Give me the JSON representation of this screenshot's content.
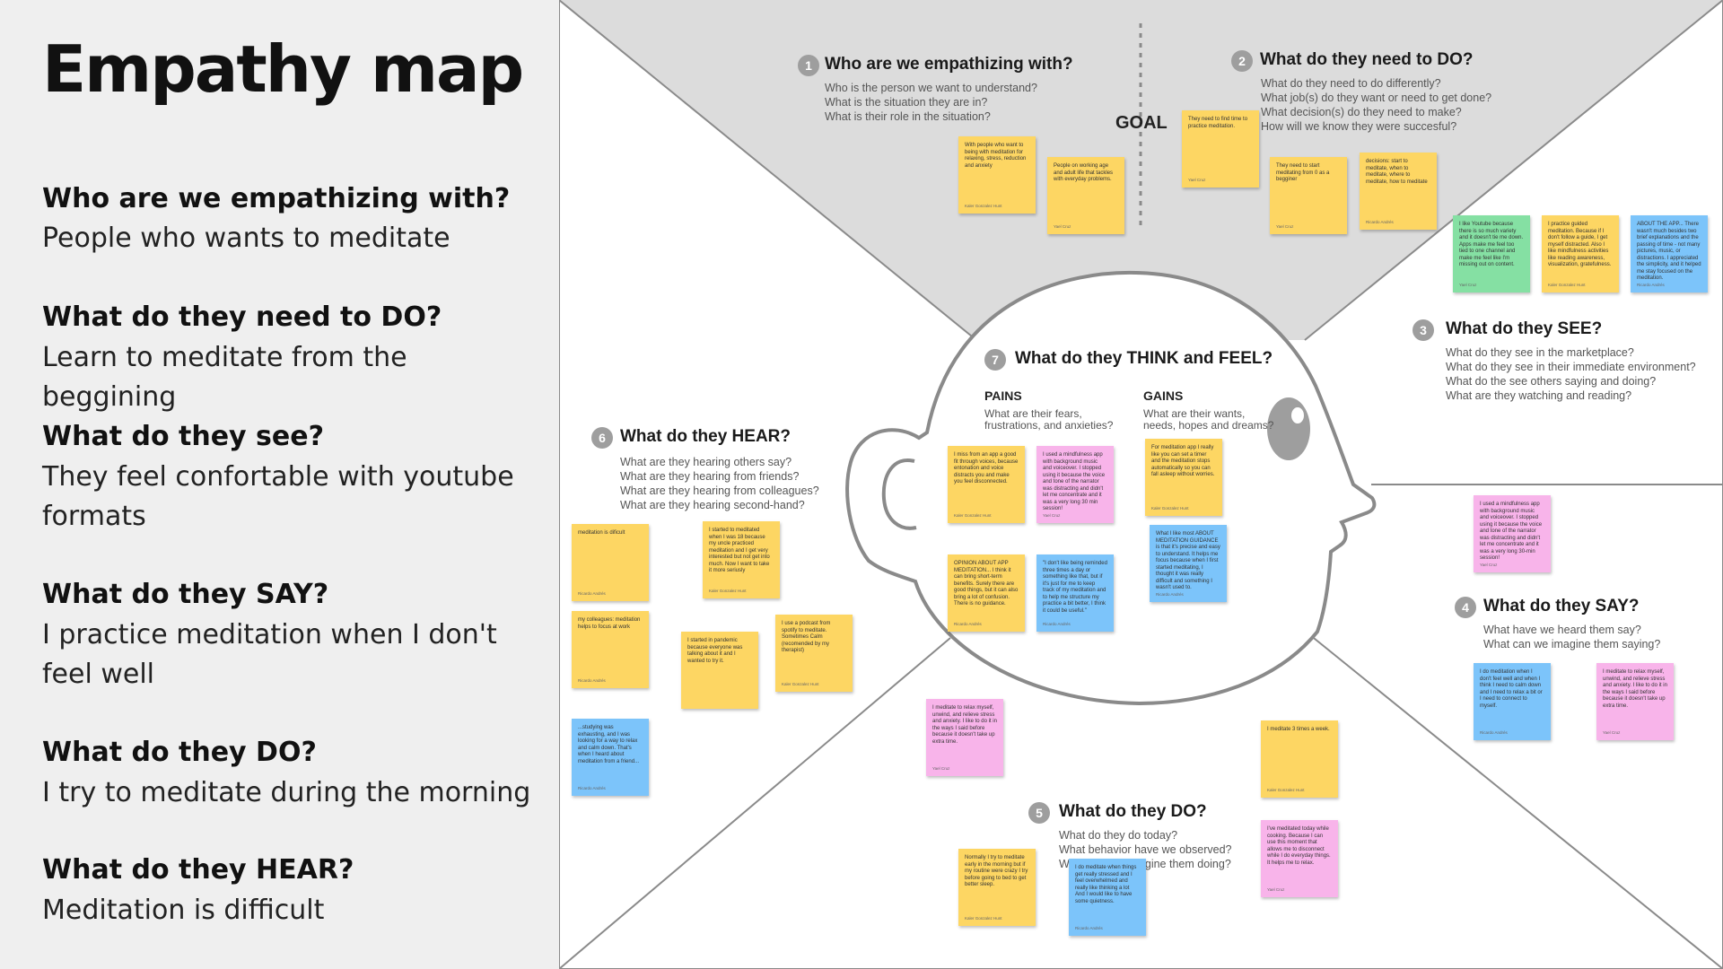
{
  "summary": {
    "title": "Empathy map",
    "items": [
      {
        "q": "Who are we empathizing with?",
        "a": "People who wants to meditate"
      },
      {
        "q": "What do they need to DO?",
        "a": "Learn to meditate from the beggining"
      },
      {
        "q": "What do they see?",
        "a": "They feel confortable with youtube formats"
      },
      {
        "q": "What do they SAY?",
        "a": "I practice meditation when I don't feel well"
      },
      {
        "q": "What do they DO?",
        "a": "I try to meditate during the morning"
      },
      {
        "q": "What do they HEAR?",
        "a": "Meditation is difficult"
      }
    ]
  },
  "map": {
    "goal": "GOAL",
    "s1": {
      "num": "1",
      "title": "Who are we empathizing with?",
      "qs": [
        "Who is the person we want to understand?",
        "What is the situation they are in?",
        "What is their role in the situation?"
      ]
    },
    "s2": {
      "num": "2",
      "title": "What do they need to DO?",
      "qs": [
        "What do they need to do differently?",
        "What job(s) do they want or need to get done?",
        "What decision(s) do they need to make?",
        "How will we know they were succesful?"
      ]
    },
    "s3": {
      "num": "3",
      "title": "What do they SEE?",
      "qs": [
        "What do they see in the marketplace?",
        "What do they see in their immediate environment?",
        "What do the see others saying and doing?",
        "What are they watching and reading?"
      ]
    },
    "s4": {
      "num": "4",
      "title": "What do they SAY?",
      "qs": [
        "What have we heard them say?",
        "What can we imagine them saying?"
      ]
    },
    "s5": {
      "num": "5",
      "title": "What do they DO?",
      "qs": [
        "What do they do today?",
        "What behavior have we observed?",
        "What can we imagine them doing?"
      ]
    },
    "s6": {
      "num": "6",
      "title": "What do they HEAR?",
      "qs": [
        "What are they hearing others say?",
        "What are they hearing from friends?",
        "What are they hearing from colleagues?",
        "What are they hearing second-hand?"
      ]
    },
    "s7": {
      "num": "7",
      "title": "What do they THINK and FEEL?"
    },
    "pains": {
      "label": "PAINS",
      "sub": [
        "What are their fears,",
        "frustrations, and anxieties?"
      ]
    },
    "gains": {
      "label": "GAINS",
      "sub": [
        "What are their wants,",
        "needs, hopes and dreams?"
      ]
    }
  },
  "notes": [
    {
      "text": "With people who want to being with meditation for relaxing, stress, reduction and anxiety",
      "author": "Kaler Gonzalez Hunt",
      "color": "#fdd663"
    },
    {
      "text": "People on working age and adult life that tackles with everyday problems.",
      "author": "Yael Cruz",
      "color": "#fdd663"
    },
    {
      "text": "They need to find time to practice meditation.",
      "author": "Yael Cruz",
      "color": "#fdd663"
    },
    {
      "text": "They need to start meditating from 0 as a begginer",
      "author": "Yael Cruz",
      "color": "#fdd663"
    },
    {
      "text": "decisions: start to meditate, when to meditate, where to meditate, how to meditate",
      "author": "Ricardo Andrés",
      "color": "#fdd663"
    },
    {
      "text": "I like Youtube because there is so much variety and it doesn't tie me down. Apps make me feel too tied to one channel and make me feel like I'm missing out on content.",
      "author": "Yael Cruz",
      "color": "#85e0a3"
    },
    {
      "text": "I practice guided meditation. Because if I don't follow a guide, I get myself distracted. Also I like mindfulness activities like reading awareness, visualization, gratefulness.",
      "author": "Kaler Gonzalez Hunt",
      "color": "#fdd663"
    },
    {
      "text": "ABOUT THE APP... There wasn't much besides two brief explanations and the passing of time - not many pictures, music, or distractions. I appreciated the simplicity, and it helped me stay focused on the meditation.",
      "author": "Ricardo Andrés",
      "color": "#7cc4fa"
    },
    {
      "text": "I miss from an app a good fit through voices, because entonation and voice distracts you and make you feel disconnected.",
      "author": "Kaler Gonzalez Hunt",
      "color": "#fdd663"
    },
    {
      "text": "I used a mindfulness app with background music and voiceover. I stopped using it because the voice and tone of the narrator was distracting and didn't let me concentrate and it was a very long 30 min session!",
      "author": "Yael Cruz",
      "color": "#f8b4ea"
    },
    {
      "text": "For meditation app I really like you can set a timer and the meditation stops automatically so you can fall asleep without worries.",
      "author": "Kaler Gonzalez Hunt",
      "color": "#fdd663"
    },
    {
      "text": "OPINION ABOUT APP MEDITATION... I think it can bring short-term benefits. Surely there are good things, but it can also bring a lot of confusion. There is no guidance.",
      "author": "Ricardo Andrés",
      "color": "#fdd663"
    },
    {
      "text": "\"I don't like being reminded three times a day or something like that, but if it's just for me to keep track of my meditation and to help me structure my practice a bit better, I think it could be useful.\"",
      "author": "Ricardo Andrés",
      "color": "#7cc4fa"
    },
    {
      "text": "What I like most ABOUT MEDITATION GUIDANCE is that it's precise and easy to understand. It helps me focus because when I first started meditating, I thought it was really difficult and something I wasn't used to.",
      "author": "Ricardo Andrés",
      "color": "#7cc4fa"
    },
    {
      "text": "meditation is dificult",
      "author": "Ricardo Andrés",
      "color": "#fdd663"
    },
    {
      "text": "I started to meditated when I was 18 because my uncle practiced meditation and I get very interested but not get into much. Now I want to take it more seriusly",
      "author": "Kaler Gonzalez Hunt",
      "color": "#fdd663"
    },
    {
      "text": "my colleagues: meditation helps to focus at work",
      "author": "Ricardo Andrés",
      "color": "#fdd663"
    },
    {
      "text": "I started in pandemic because everyone was talking about it and I wanted to try it.",
      "author": "",
      "color": "#fdd663"
    },
    {
      "text": "I use a podcast from spotify to meditate. Sometimes Calm (recomended by my therapist)",
      "author": "Kaler Gonzalez Hunt",
      "color": "#fdd663"
    },
    {
      "text": "...studying was exhausting, and I was looking for a way to relax and calm down. That's when I heard about meditation from a friend...",
      "author": "Ricardo Andrés",
      "color": "#7cc4fa"
    },
    {
      "text": "I used a mindfulness app with background music and voiceover. I stopped using it because the voice and tone of the narrator was distracting and didn't let me concentrate and it was a very long 30-min session!",
      "author": "Yael Cruz",
      "color": "#f8b4ea"
    },
    {
      "text": "I do meditation when I don't feel well and when I think I need to calm down and I need to relax a bit or I need to connect to myself.",
      "author": "Ricardo Andrés",
      "color": "#7cc4fa"
    },
    {
      "text": "I meditate to relax myself, unwind, and relieve stress and anxiety. I like to do it in the ways I said before because it doesn't take up extra time.",
      "author": "Yael Cruz",
      "color": "#f8b4ea"
    },
    {
      "text": "I meditate to relax myself, unwind, and relieve stress and anxiety. I like to do it in the ways I said before because it doesn't take up extra time.",
      "author": "Yael Cruz",
      "color": "#f8b4ea"
    },
    {
      "text": "I meditate 3 times a week.",
      "author": "Kaler Gonzalez Hunt",
      "color": "#fdd663"
    },
    {
      "text": "I've meditated today while cooking. Because I can use this moment that allows me to disconnect while I do everyday things. It helps me to relax.",
      "author": "Yael Cruz",
      "color": "#f8b4ea"
    },
    {
      "text": "Normally I try to meditate early in the morning but if my routine were crazy I try before going to bed to get better sleep.",
      "author": "Kaler Gonzalez Hunt",
      "color": "#fdd663"
    },
    {
      "text": "I do meditate when things get really stressed and I feel overwhelmed and really like thinking a lot And I would like to have some quietness.",
      "author": "Ricardo Andrés",
      "color": "#7cc4fa"
    }
  ]
}
